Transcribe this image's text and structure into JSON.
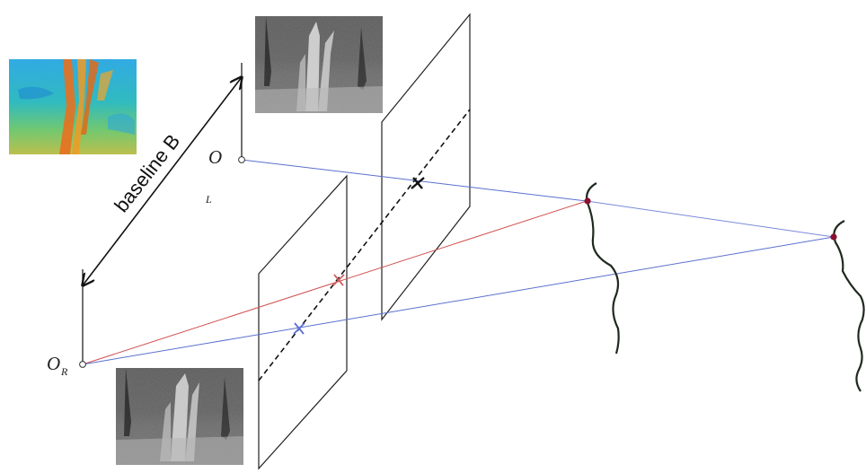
{
  "diagram": {
    "baseline_label": "baseline B",
    "left_camera": {
      "label": "O",
      "subscript": "L"
    },
    "right_camera": {
      "label": "O",
      "subscript": "R"
    }
  },
  "colors": {
    "line_left_camera": "#5a6fd0",
    "line_near_point": "#d05050",
    "line_far_point": "#5a6fd0",
    "outline": "#222222",
    "point": "#8a1030",
    "disparity_warm": "#e8701f",
    "disparity_cool": "#2f9fe0"
  }
}
